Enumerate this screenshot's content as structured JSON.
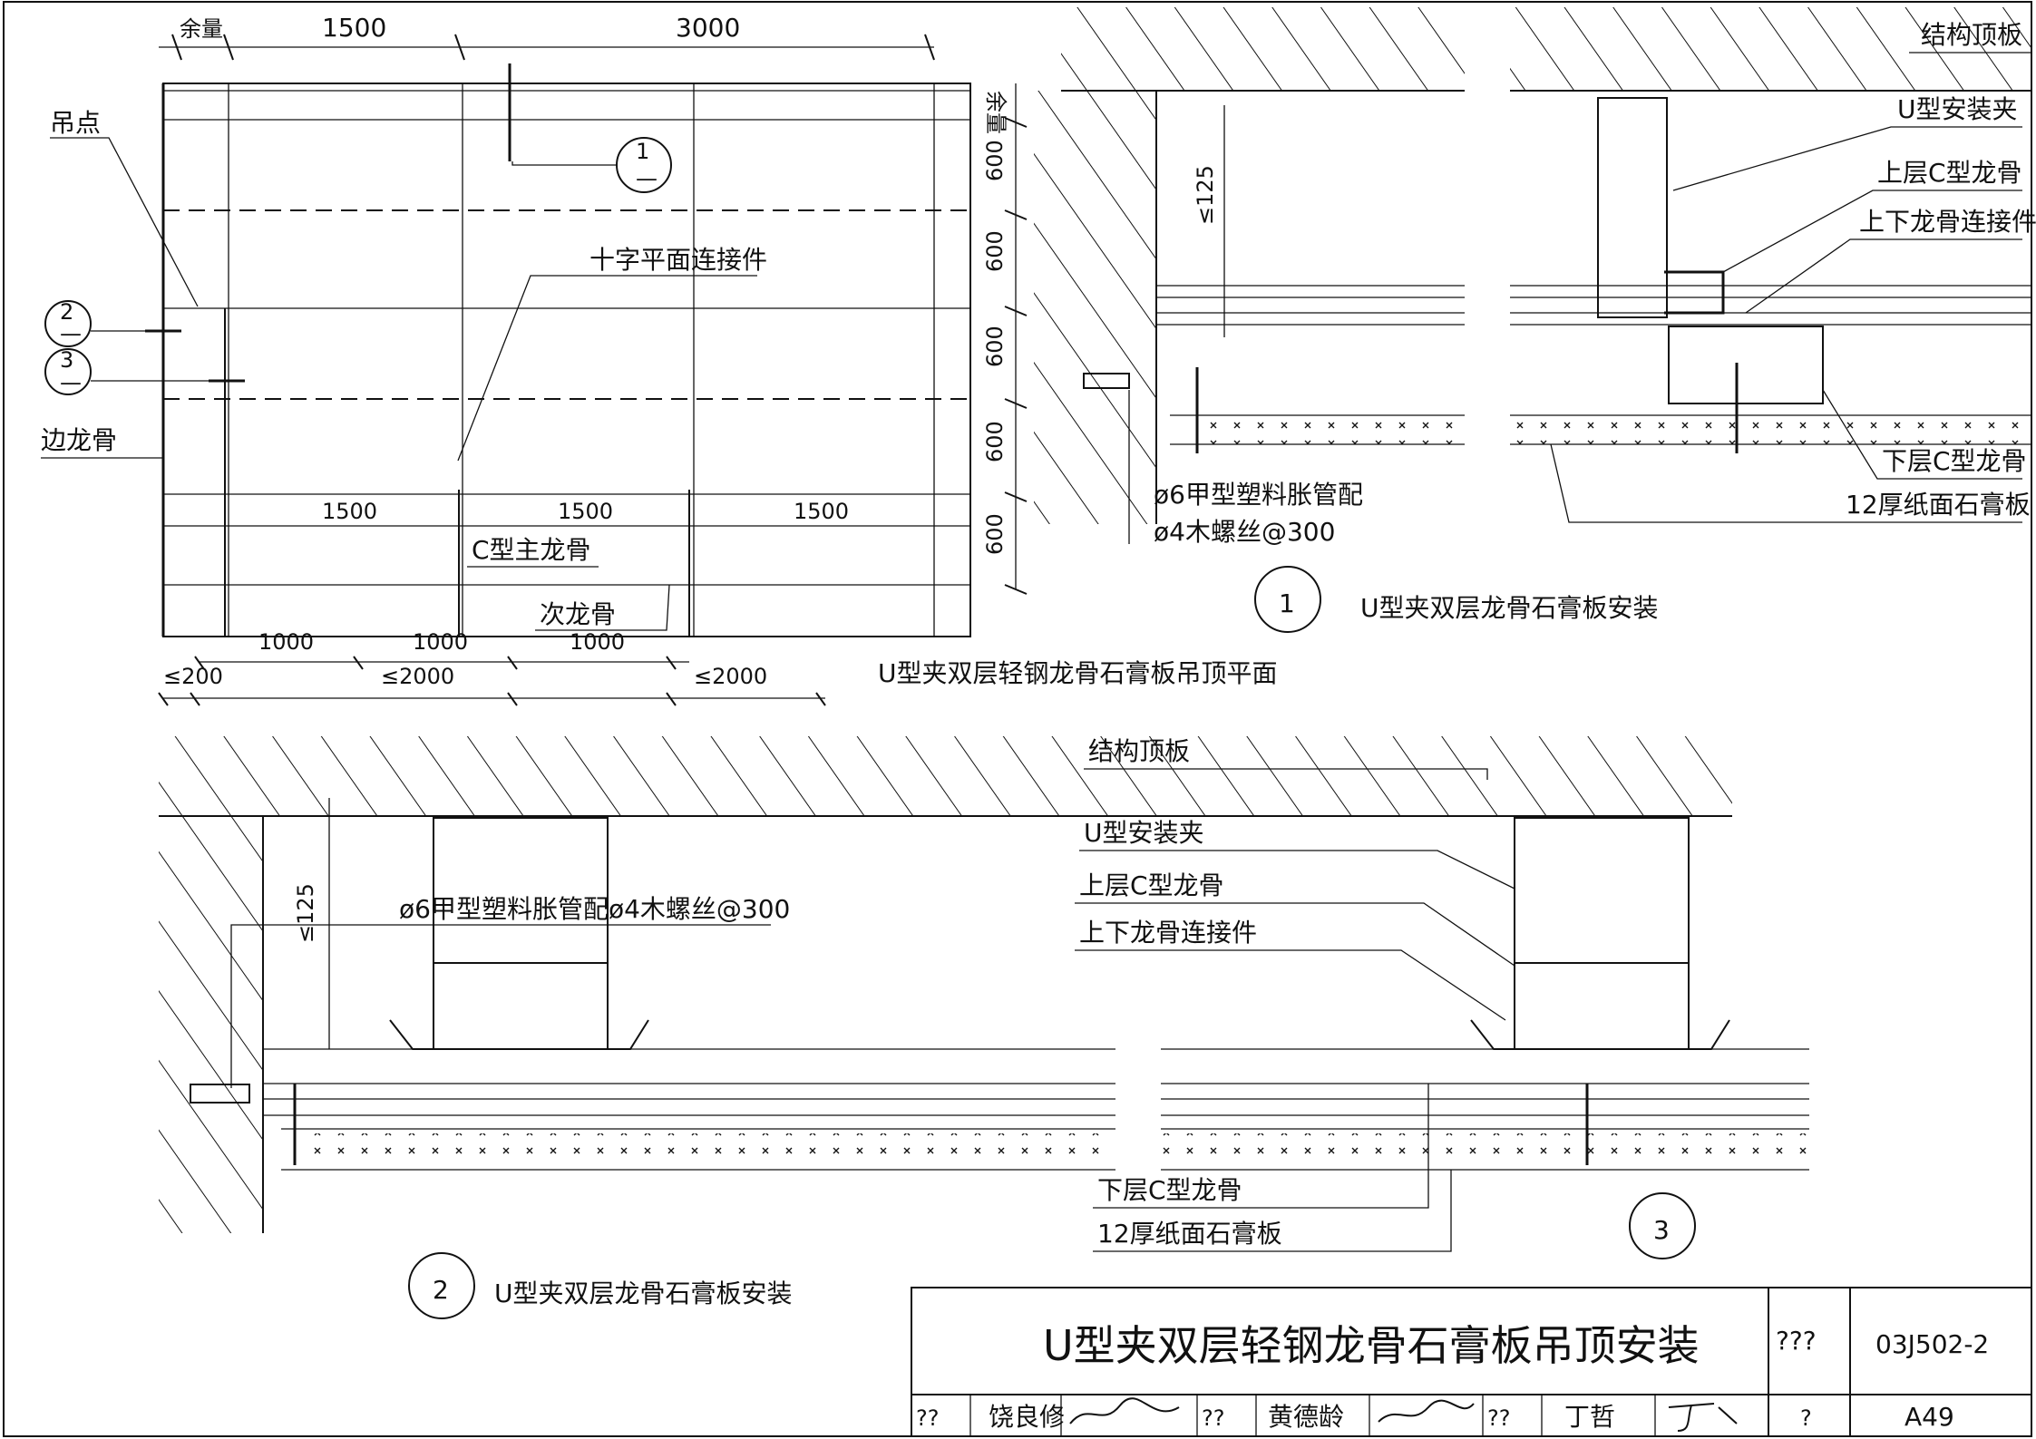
{
  "title_block": {
    "drawing_title": "U型夹双层轻钢龙骨石膏板吊顶安装",
    "atlas_label": "???",
    "atlas_no": "03J502-2",
    "row_label_1": "??",
    "name_1": "饶良修",
    "row_label_2": "??",
    "name_2": "黄德龄",
    "row_label_3": "??",
    "name_3": "丁哲",
    "page_label": "?",
    "page_no": "A49"
  },
  "plan": {
    "caption": "U型夹双层轻钢龙骨石膏板吊顶平面",
    "dim_top_margin": "余量",
    "dim_top_1500": "1500",
    "dim_top_3000": "3000",
    "dim_right_margin": "余量",
    "dim_right": [
      "600",
      "600",
      "600",
      "600",
      "600"
    ],
    "dim_bottom_1000": [
      "1000",
      "1000",
      "1000"
    ],
    "dim_bottom_200": "≤200",
    "dim_bottom_2000a": "≤2000",
    "dim_bottom_2000b": "≤2000",
    "dim_inner_1500": [
      "1500",
      "1500",
      "1500"
    ],
    "label_hanging_point": "吊点",
    "label_edge_keel": "边龙骨",
    "label_cross_connector": "十字平面连接件",
    "label_c_main": "C型主龙骨",
    "label_secondary": "次龙骨",
    "section_1": "1",
    "section_2": "2",
    "section_3": "3",
    "section_sub": "—"
  },
  "detail_1": {
    "number": "1",
    "caption": "U型夹双层龙骨石膏板安装",
    "dim_125": "≤125",
    "label_anchor": "ø6甲型塑料胀管配",
    "label_screw": "ø4木螺丝@300",
    "label_slab": "结构顶板",
    "label_u_clip": "U型安装夹",
    "label_upper_c": "上层C型龙骨",
    "label_connector": "上下龙骨连接件",
    "label_lower_c": "下层C型龙骨",
    "label_board": "12厚纸面石膏板"
  },
  "detail_2": {
    "number": "2",
    "caption": "U型夹双层龙骨石膏板安装",
    "dim_125": "≤125",
    "label_anchor": "ø6甲型塑料胀管配ø4木螺丝@300"
  },
  "detail_3": {
    "number": "3",
    "label_slab": "结构顶板",
    "label_u_clip": "U型安装夹",
    "label_upper_c": "上层C型龙骨",
    "label_connector": "上下龙骨连接件",
    "label_lower_c": "下层C型龙骨",
    "label_board": "12厚纸面石膏板"
  }
}
